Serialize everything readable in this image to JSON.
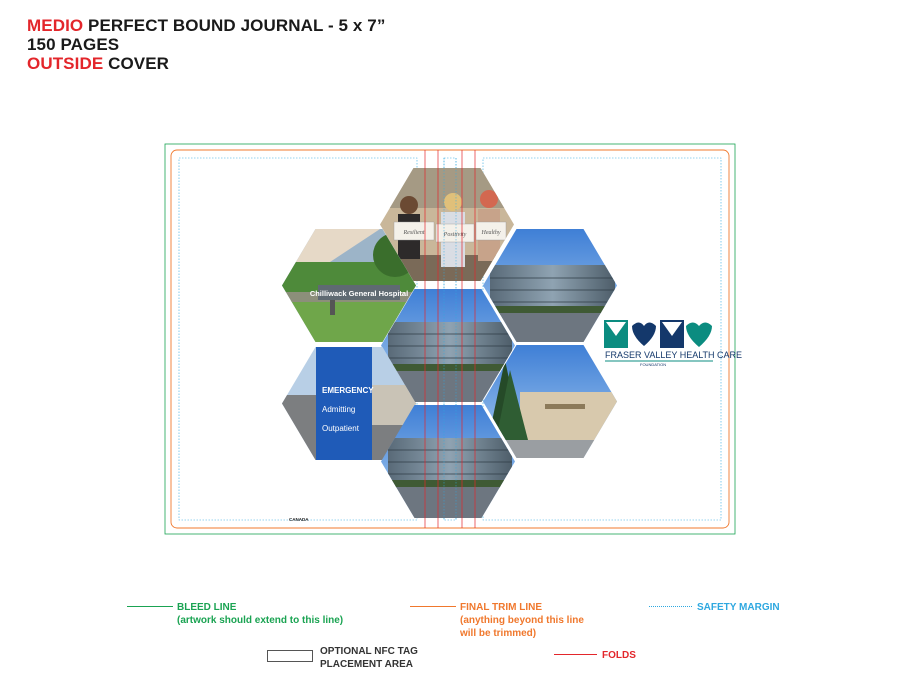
{
  "header": {
    "line1_highlight": "MEDIO",
    "line1_rest": " PERFECT BOUND JOURNAL - 5 x 7”",
    "line2": "150 PAGES",
    "line3_highlight": "OUTSIDE",
    "line3_rest": " COVER"
  },
  "cover": {
    "photo_tiles": [
      {
        "name": "staff-photo",
        "subject": "three staff holding signs"
      },
      {
        "name": "sign-photo",
        "subject": "Chilliwack General Hospital sign"
      },
      {
        "name": "building-photo-right-top",
        "subject": "hospital building"
      },
      {
        "name": "building-photo-center",
        "subject": "hospital building"
      },
      {
        "name": "emergency-sign-photo",
        "subject": "Emergency sign"
      },
      {
        "name": "entrance-photo",
        "subject": "hospital entrance"
      },
      {
        "name": "building-photo-bottom",
        "subject": "hospital building"
      }
    ],
    "sign_text": "Chilliwack General Hospital",
    "emergency_sign": [
      "EMERGENCY",
      "Admitting",
      "Outpatient"
    ],
    "staff_signs": [
      "Resilient",
      "Positivity",
      "Healthy"
    ],
    "logo_name": "FRASER VALLEY HEALTH CARE",
    "logo_sub": "FOUNDATION",
    "canada_mark": "CANADA"
  },
  "legend": {
    "bleed_title": "BLEED LINE",
    "bleed_note": "(artwork should extend to this line)",
    "trim_title": "FINAL TRIM LINE",
    "trim_note_1": "(anything beyond this line",
    "trim_note_2": "will be trimmed)",
    "safety_title": "SAFETY MARGIN",
    "nfc_title_1": "OPTIONAL NFC TAG",
    "nfc_title_2": "PLACEMENT AREA",
    "folds_title": "FOLDS"
  },
  "colors": {
    "bleed": "#1aa352",
    "trim": "#f0782d",
    "safety": "#2ea8e0",
    "folds": "#e3262b",
    "logo_teal": "#0b8c80",
    "logo_navy": "#14386b"
  }
}
